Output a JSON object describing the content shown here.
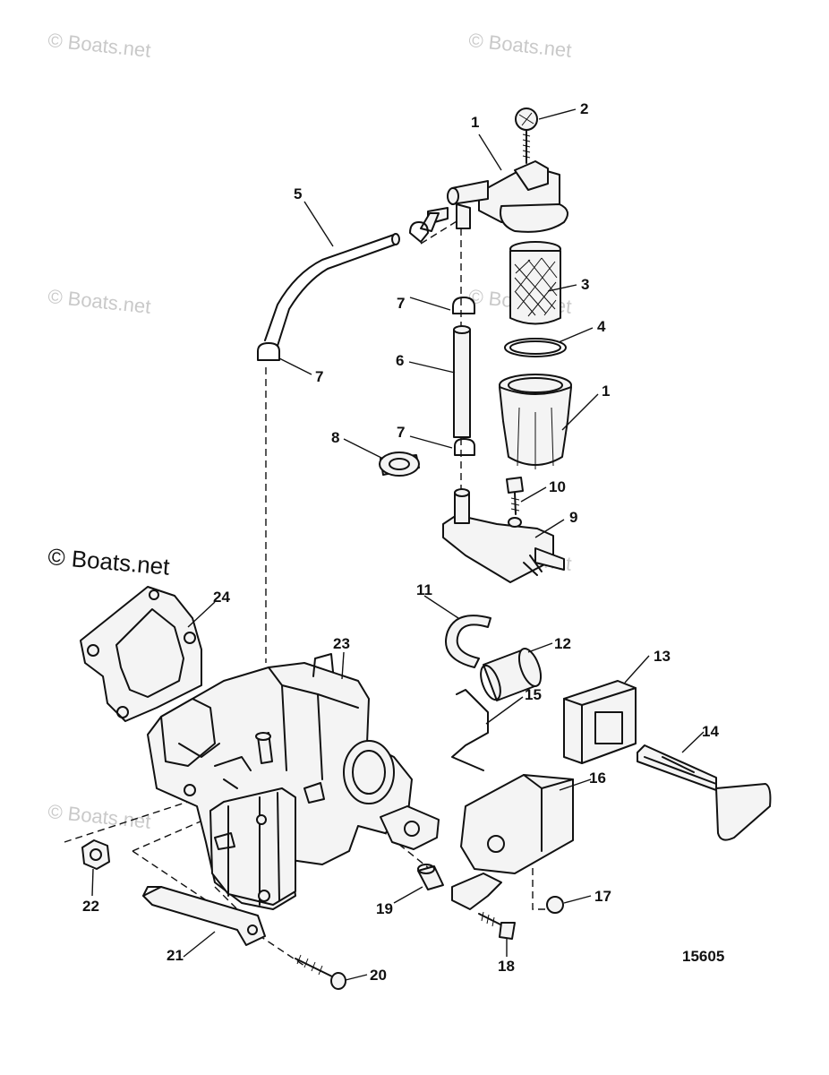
{
  "watermarks": {
    "light": "© Boats.net",
    "dark": "© Boats.net"
  },
  "diagram_number": "15605",
  "callouts": {
    "c1a": "1",
    "c2": "2",
    "c3": "3",
    "c4": "4",
    "c1b": "1",
    "c5": "5",
    "c6": "6",
    "c7a": "7",
    "c7b": "7",
    "c7c": "7",
    "c8": "8",
    "c9": "9",
    "c10": "10",
    "c11": "11",
    "c12": "12",
    "c13": "13",
    "c14": "14",
    "c15": "15",
    "c16": "16",
    "c17": "17",
    "c18": "18",
    "c19": "19",
    "c20": "20",
    "c21": "21",
    "c22": "22",
    "c23": "23",
    "c24": "24"
  }
}
